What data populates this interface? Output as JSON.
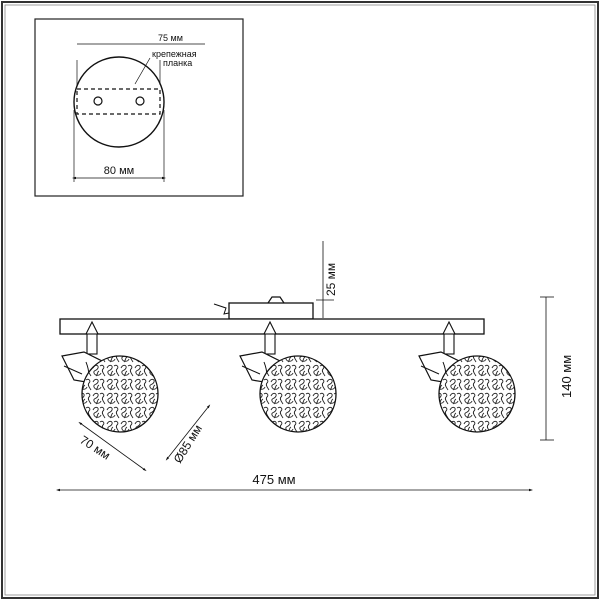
{
  "inset": {
    "bracket_width": "75 мм",
    "bracket_label_line1": "крепежная",
    "bracket_label_line2": "планка",
    "base_diameter": "80 мм"
  },
  "main": {
    "height_canopy": "25 мм",
    "height_total": "140 мм",
    "arm_length": "70 мм",
    "shade_diameter": "Ø85 мм",
    "total_length": "475 мм"
  },
  "colors": {
    "line": "#111111",
    "frame": "#333333"
  }
}
